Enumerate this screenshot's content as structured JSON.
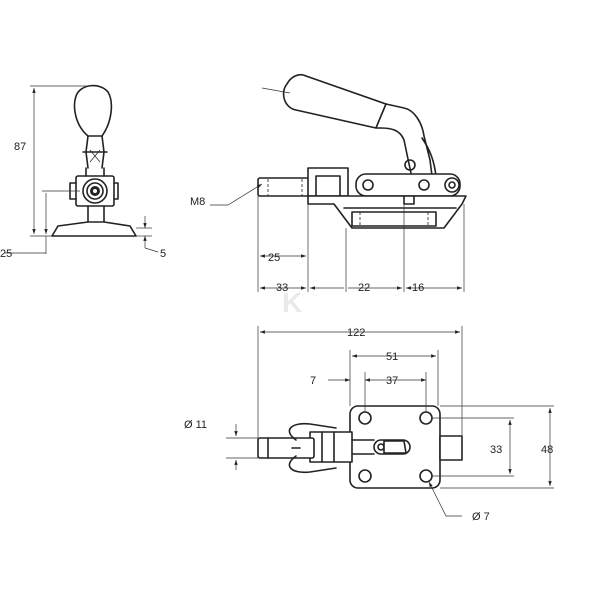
{
  "side_view": {
    "height": "87",
    "base_offset": "25",
    "base_thickness": "5"
  },
  "front_view": {
    "thread": "M8",
    "stroke": "25",
    "d33": "33",
    "d22": "22",
    "d16": "16"
  },
  "top_view": {
    "overall_length": "122",
    "hole_spacing_long": "51",
    "offset": "7",
    "hole_spacing_short": "37",
    "plunger_diameter": "Ø 11",
    "hole_spacing_v": "33",
    "base_width": "48",
    "hole_diameter": "Ø 7"
  },
  "watermark": "K"
}
